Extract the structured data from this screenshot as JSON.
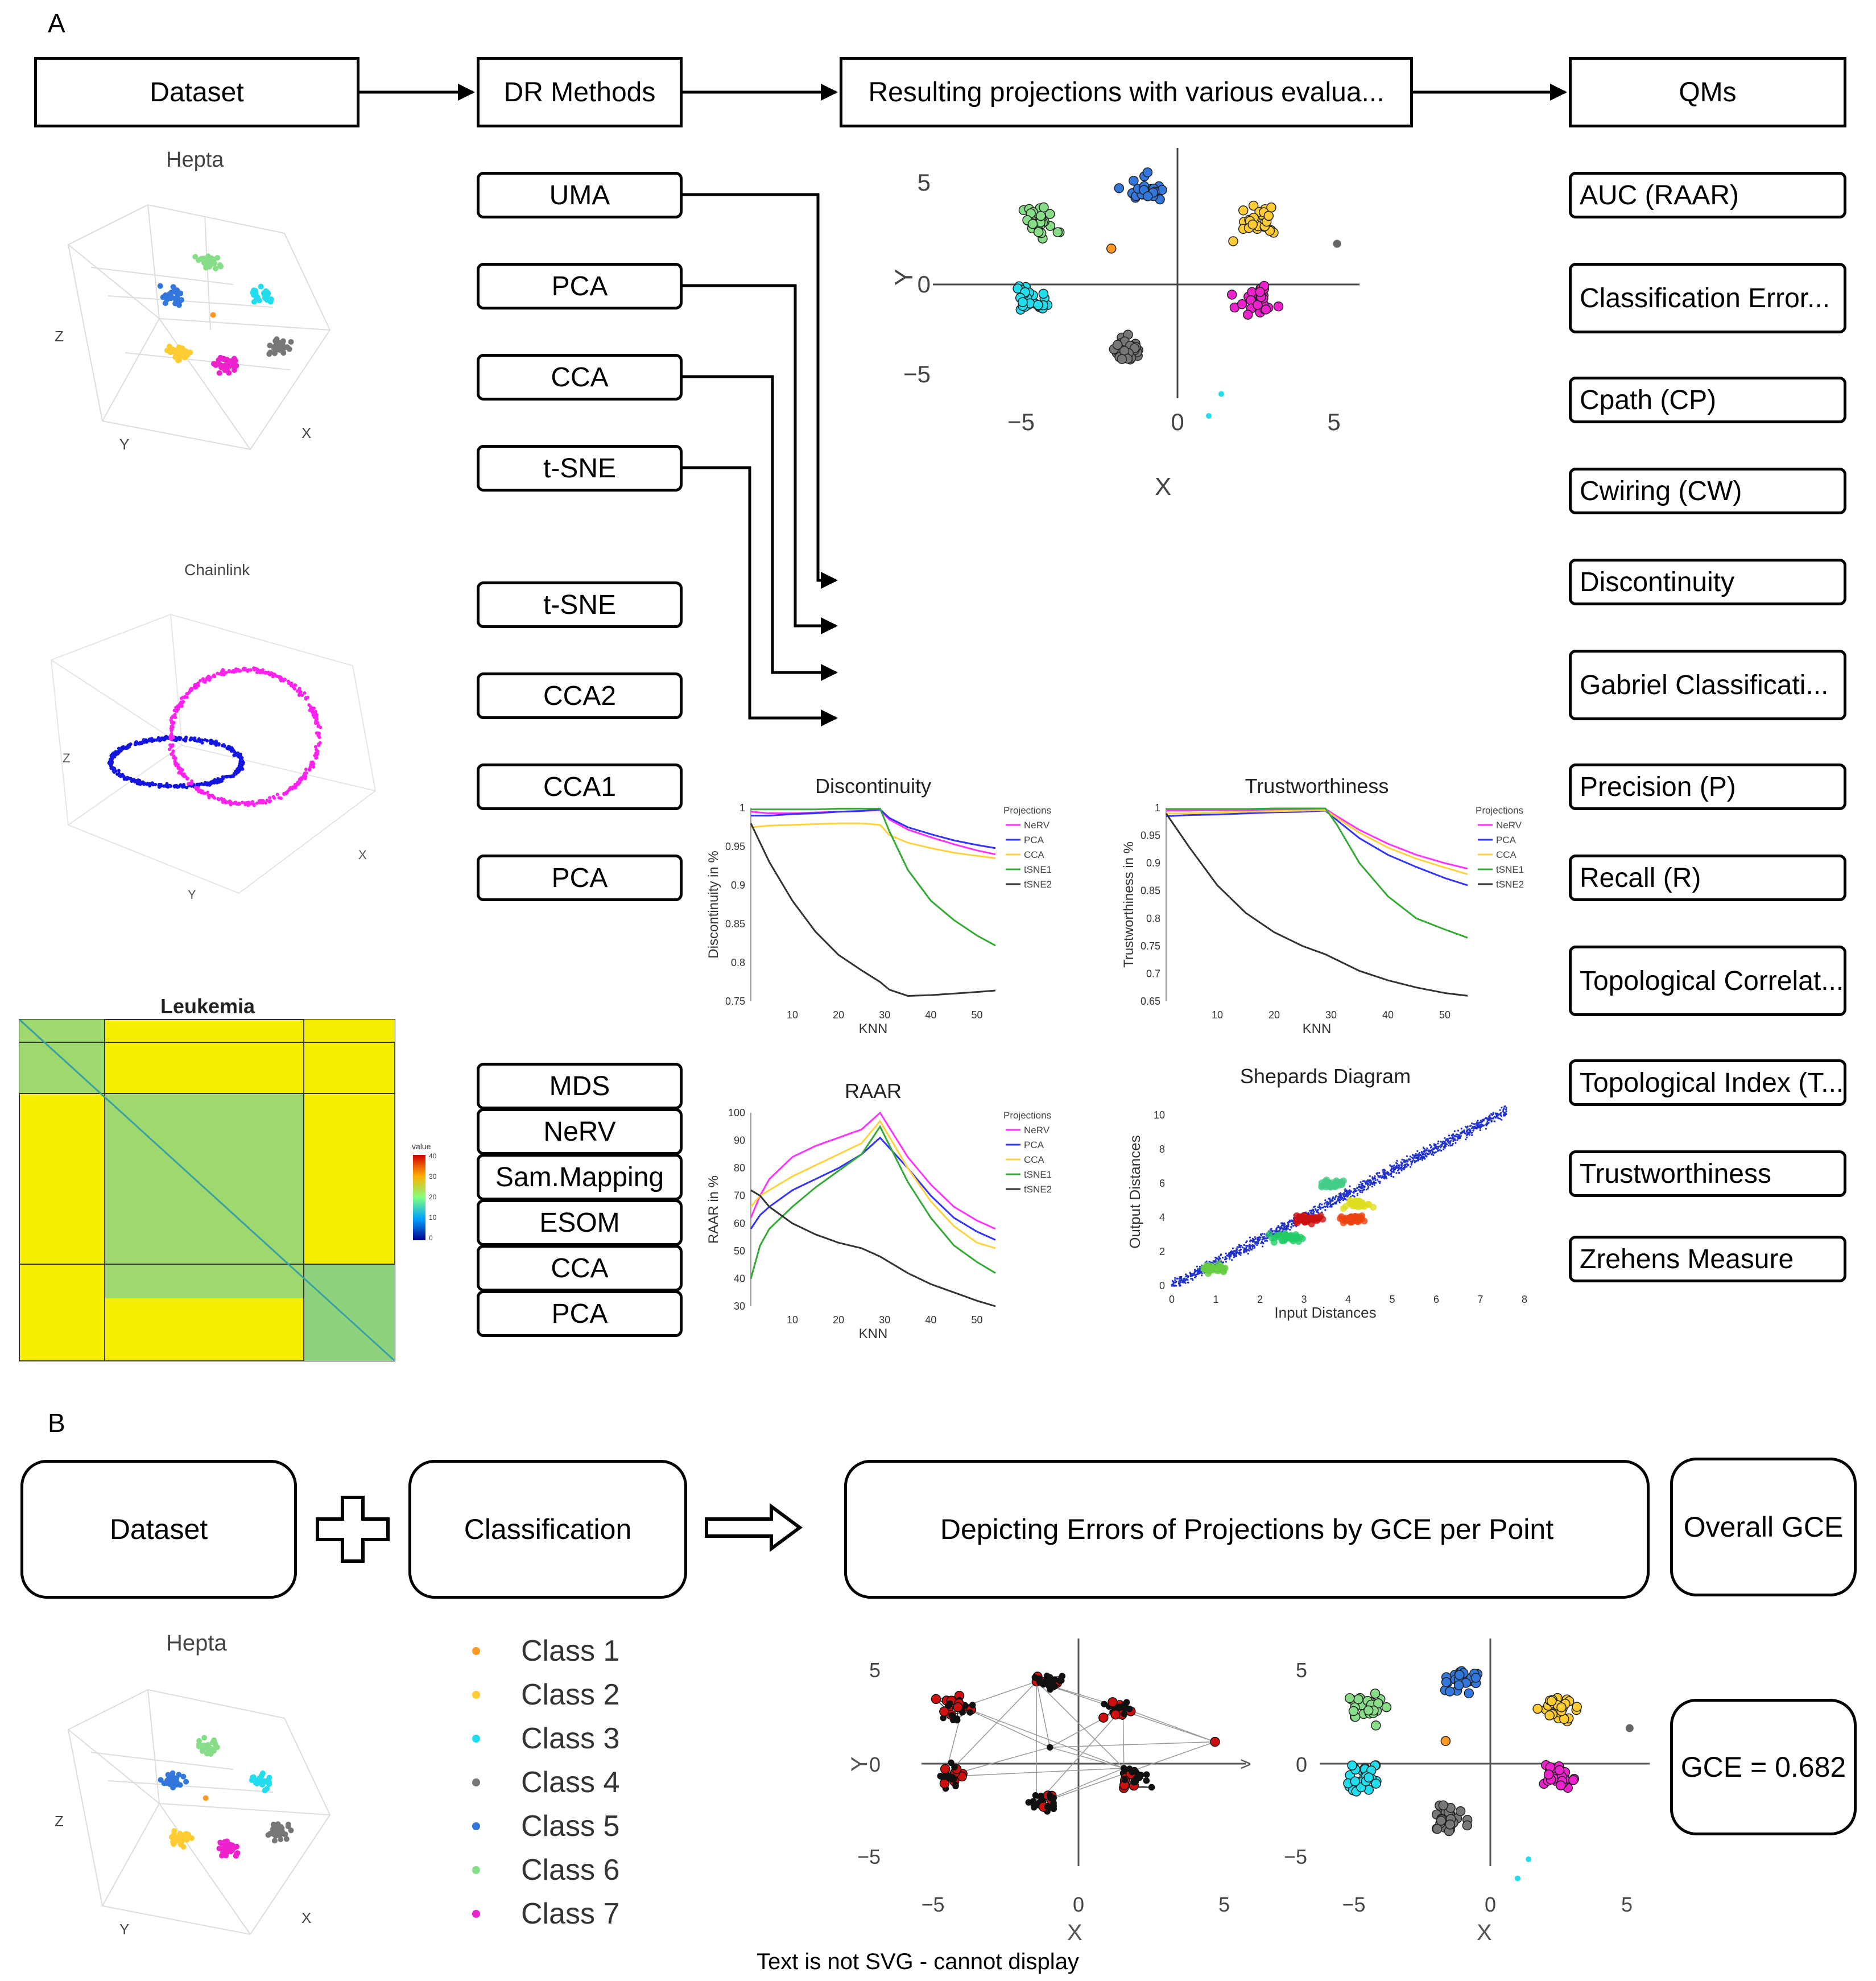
{
  "panel_a": {
    "label": "A",
    "headers": {
      "dataset": "Dataset",
      "dr_methods": "DR Methods",
      "projections": "Resulting projections with various evalua...",
      "qms": "QMs"
    },
    "dataset_titles": {
      "hepta": "Hepta",
      "chainlink": "Chainlink",
      "leukemia": "Leukemia"
    },
    "methods_group1": [
      "UMA",
      "PCA",
      "CCA",
      "t-SNE"
    ],
    "methods_group2": [
      "t-SNE",
      "CCA2",
      "CCA1",
      "PCA"
    ],
    "methods_group3": [
      "MDS",
      "NeRV",
      "Sam.Mapping",
      "ESOM",
      "CCA",
      "PCA"
    ],
    "qms": [
      "AUC (RAAR)",
      "Classification Error...",
      "Cpath (CP)",
      "Cwiring (CW)",
      "Discontinuity",
      "Gabriel Classificati...",
      "Precision (P)",
      "Recall (R)",
      "Topological Correlat...",
      "Topological Index (T...",
      "Trustworthiness",
      "Zrehens Measure"
    ],
    "scatter": {
      "xlabel": "X",
      "ylabel": "Y",
      "xticks": [
        "−5",
        "0",
        "5"
      ],
      "yticks": [
        "5",
        "0",
        "−5"
      ]
    },
    "heatmap_legend": {
      "title": "value",
      "ticks": [
        "40",
        "30",
        "20",
        "10",
        "0"
      ]
    }
  },
  "chart_data": [
    {
      "type": "line",
      "title": "Discontinuity",
      "xlabel": "KNN",
      "ylabel": "Discontinuity in %",
      "legend_title": "Projections",
      "xlim": [
        1,
        54
      ],
      "ylim": [
        0.75,
        1.0
      ],
      "xticks": [
        "10",
        "20",
        "30",
        "40",
        "50"
      ],
      "yticks": [
        "1",
        "0.95",
        "0.9",
        "0.85",
        "0.8",
        "0.75"
      ],
      "x": [
        1,
        5,
        10,
        15,
        20,
        25,
        29,
        31,
        35,
        40,
        45,
        50,
        54
      ],
      "series": [
        {
          "name": "NeRV",
          "color": "#ff33ff",
          "values": [
            0.995,
            0.993,
            0.993,
            0.994,
            0.995,
            0.996,
            0.997,
            0.985,
            0.972,
            0.962,
            0.953,
            0.945,
            0.94
          ]
        },
        {
          "name": "PCA",
          "color": "#3333ff",
          "values": [
            0.99,
            0.99,
            0.992,
            0.993,
            0.995,
            0.996,
            0.998,
            0.987,
            0.975,
            0.966,
            0.958,
            0.952,
            0.948
          ]
        },
        {
          "name": "CCA",
          "color": "#ffd23f",
          "values": [
            0.975,
            0.977,
            0.978,
            0.979,
            0.98,
            0.98,
            0.978,
            0.965,
            0.955,
            0.948,
            0.942,
            0.938,
            0.935
          ]
        },
        {
          "name": "tSNE1",
          "color": "#33aa33",
          "values": [
            0.998,
            0.998,
            0.998,
            0.998,
            0.999,
            0.999,
            0.999,
            0.97,
            0.92,
            0.88,
            0.855,
            0.835,
            0.822
          ]
        },
        {
          "name": "tSNE2",
          "color": "#333333",
          "values": [
            0.98,
            0.93,
            0.88,
            0.84,
            0.81,
            0.79,
            0.775,
            0.765,
            0.757,
            0.758,
            0.76,
            0.762,
            0.764
          ]
        }
      ]
    },
    {
      "type": "line",
      "title": "Trustworthiness",
      "xlabel": "KNN",
      "ylabel": "Trustworthiness in %",
      "legend_title": "Projections",
      "xlim": [
        1,
        54
      ],
      "ylim": [
        0.65,
        1.0
      ],
      "xticks": [
        "10",
        "20",
        "30",
        "40",
        "50"
      ],
      "yticks": [
        "1",
        "0.95",
        "0.9",
        "0.85",
        "0.8",
        "0.75",
        "0.7",
        "0.65"
      ],
      "x": [
        1,
        5,
        10,
        15,
        20,
        25,
        29,
        31,
        35,
        40,
        45,
        50,
        54
      ],
      "series": [
        {
          "name": "NeRV",
          "color": "#ff33ff",
          "values": [
            0.995,
            0.995,
            0.996,
            0.996,
            0.997,
            0.997,
            0.998,
            0.985,
            0.96,
            0.935,
            0.915,
            0.9,
            0.89
          ]
        },
        {
          "name": "PCA",
          "color": "#3333ff",
          "values": [
            0.985,
            0.987,
            0.988,
            0.99,
            0.992,
            0.993,
            0.995,
            0.978,
            0.945,
            0.915,
            0.893,
            0.873,
            0.86
          ]
        },
        {
          "name": "CCA",
          "color": "#ffd23f",
          "values": [
            0.99,
            0.99,
            0.992,
            0.993,
            0.994,
            0.995,
            0.996,
            0.982,
            0.955,
            0.928,
            0.908,
            0.892,
            0.88
          ]
        },
        {
          "name": "tSNE1",
          "color": "#33aa33",
          "values": [
            0.998,
            0.998,
            0.998,
            0.998,
            0.999,
            0.999,
            0.999,
            0.97,
            0.9,
            0.84,
            0.8,
            0.78,
            0.765
          ]
        },
        {
          "name": "tSNE2",
          "color": "#333333",
          "values": [
            0.99,
            0.93,
            0.86,
            0.81,
            0.775,
            0.75,
            0.735,
            0.725,
            0.705,
            0.688,
            0.675,
            0.665,
            0.66
          ]
        }
      ]
    },
    {
      "type": "line",
      "title": "RAAR",
      "xlabel": "KNN",
      "ylabel": "RAAR in %",
      "legend_title": "Projections",
      "xlim": [
        1,
        54
      ],
      "ylim": [
        30,
        100
      ],
      "xticks": [
        "10",
        "20",
        "30",
        "40",
        "50"
      ],
      "yticks": [
        "100",
        "90",
        "80",
        "70",
        "60",
        "50",
        "40",
        "30"
      ],
      "x": [
        1,
        3,
        5,
        10,
        15,
        20,
        25,
        29,
        35,
        40,
        45,
        50,
        54
      ],
      "series": [
        {
          "name": "NeRV",
          "color": "#ff33ff",
          "values": [
            62,
            70,
            76,
            84,
            88,
            91,
            94,
            100,
            84,
            74,
            66,
            61,
            58
          ]
        },
        {
          "name": "PCA",
          "color": "#3333ff",
          "values": [
            58,
            63,
            66,
            72,
            76,
            80,
            85,
            91,
            80,
            70,
            62,
            57,
            54
          ]
        },
        {
          "name": "CCA",
          "color": "#ffd23f",
          "values": [
            66,
            70,
            72,
            77,
            81,
            85,
            89,
            97,
            80,
            68,
            59,
            53,
            51
          ]
        },
        {
          "name": "tSNE1",
          "color": "#33aa33",
          "values": [
            40,
            52,
            58,
            66,
            73,
            79,
            85,
            95,
            75,
            62,
            52,
            46,
            42
          ]
        },
        {
          "name": "tSNE2",
          "color": "#333333",
          "values": [
            72,
            70,
            66,
            60,
            56,
            53,
            51,
            48,
            42,
            38,
            35,
            32,
            30
          ]
        }
      ]
    },
    {
      "type": "scatter",
      "title": "Shepards Diagram",
      "xlabel": "Input Distances",
      "ylabel": "Output Distances",
      "xlim": [
        0,
        8
      ],
      "ylim": [
        0,
        11
      ],
      "xticks": [
        "0",
        "1",
        "2",
        "3",
        "4",
        "5",
        "6",
        "7",
        "8"
      ],
      "yticks": [
        "0",
        "2",
        "4",
        "6",
        "8",
        "10"
      ]
    }
  ],
  "panel_b": {
    "label": "B",
    "boxes": {
      "dataset": "Dataset",
      "classification": "Classification",
      "depicting": "Depicting Errors of Projections by GCE per Point",
      "overall": "Overall GCE",
      "gce_value": "GCE = 0.682"
    },
    "hepta_title": "Hepta",
    "classes": [
      {
        "label": "Class 1",
        "color": "#ff9922"
      },
      {
        "label": "Class 2",
        "color": "#ffcc33"
      },
      {
        "label": "Class 3",
        "color": "#22ddee"
      },
      {
        "label": "Class 4",
        "color": "#777777"
      },
      {
        "label": "Class 5",
        "color": "#3377dd"
      },
      {
        "label": "Class 6",
        "color": "#88dd88"
      },
      {
        "label": "Class 7",
        "color": "#ee22cc"
      }
    ],
    "scatter_ticks": {
      "x": [
        "−5",
        "0",
        "5"
      ],
      "y": [
        "5",
        "0",
        "−5"
      ]
    },
    "axis_x": "X",
    "axis_y": "Y"
  },
  "footer": "Text is not SVG - cannot display"
}
